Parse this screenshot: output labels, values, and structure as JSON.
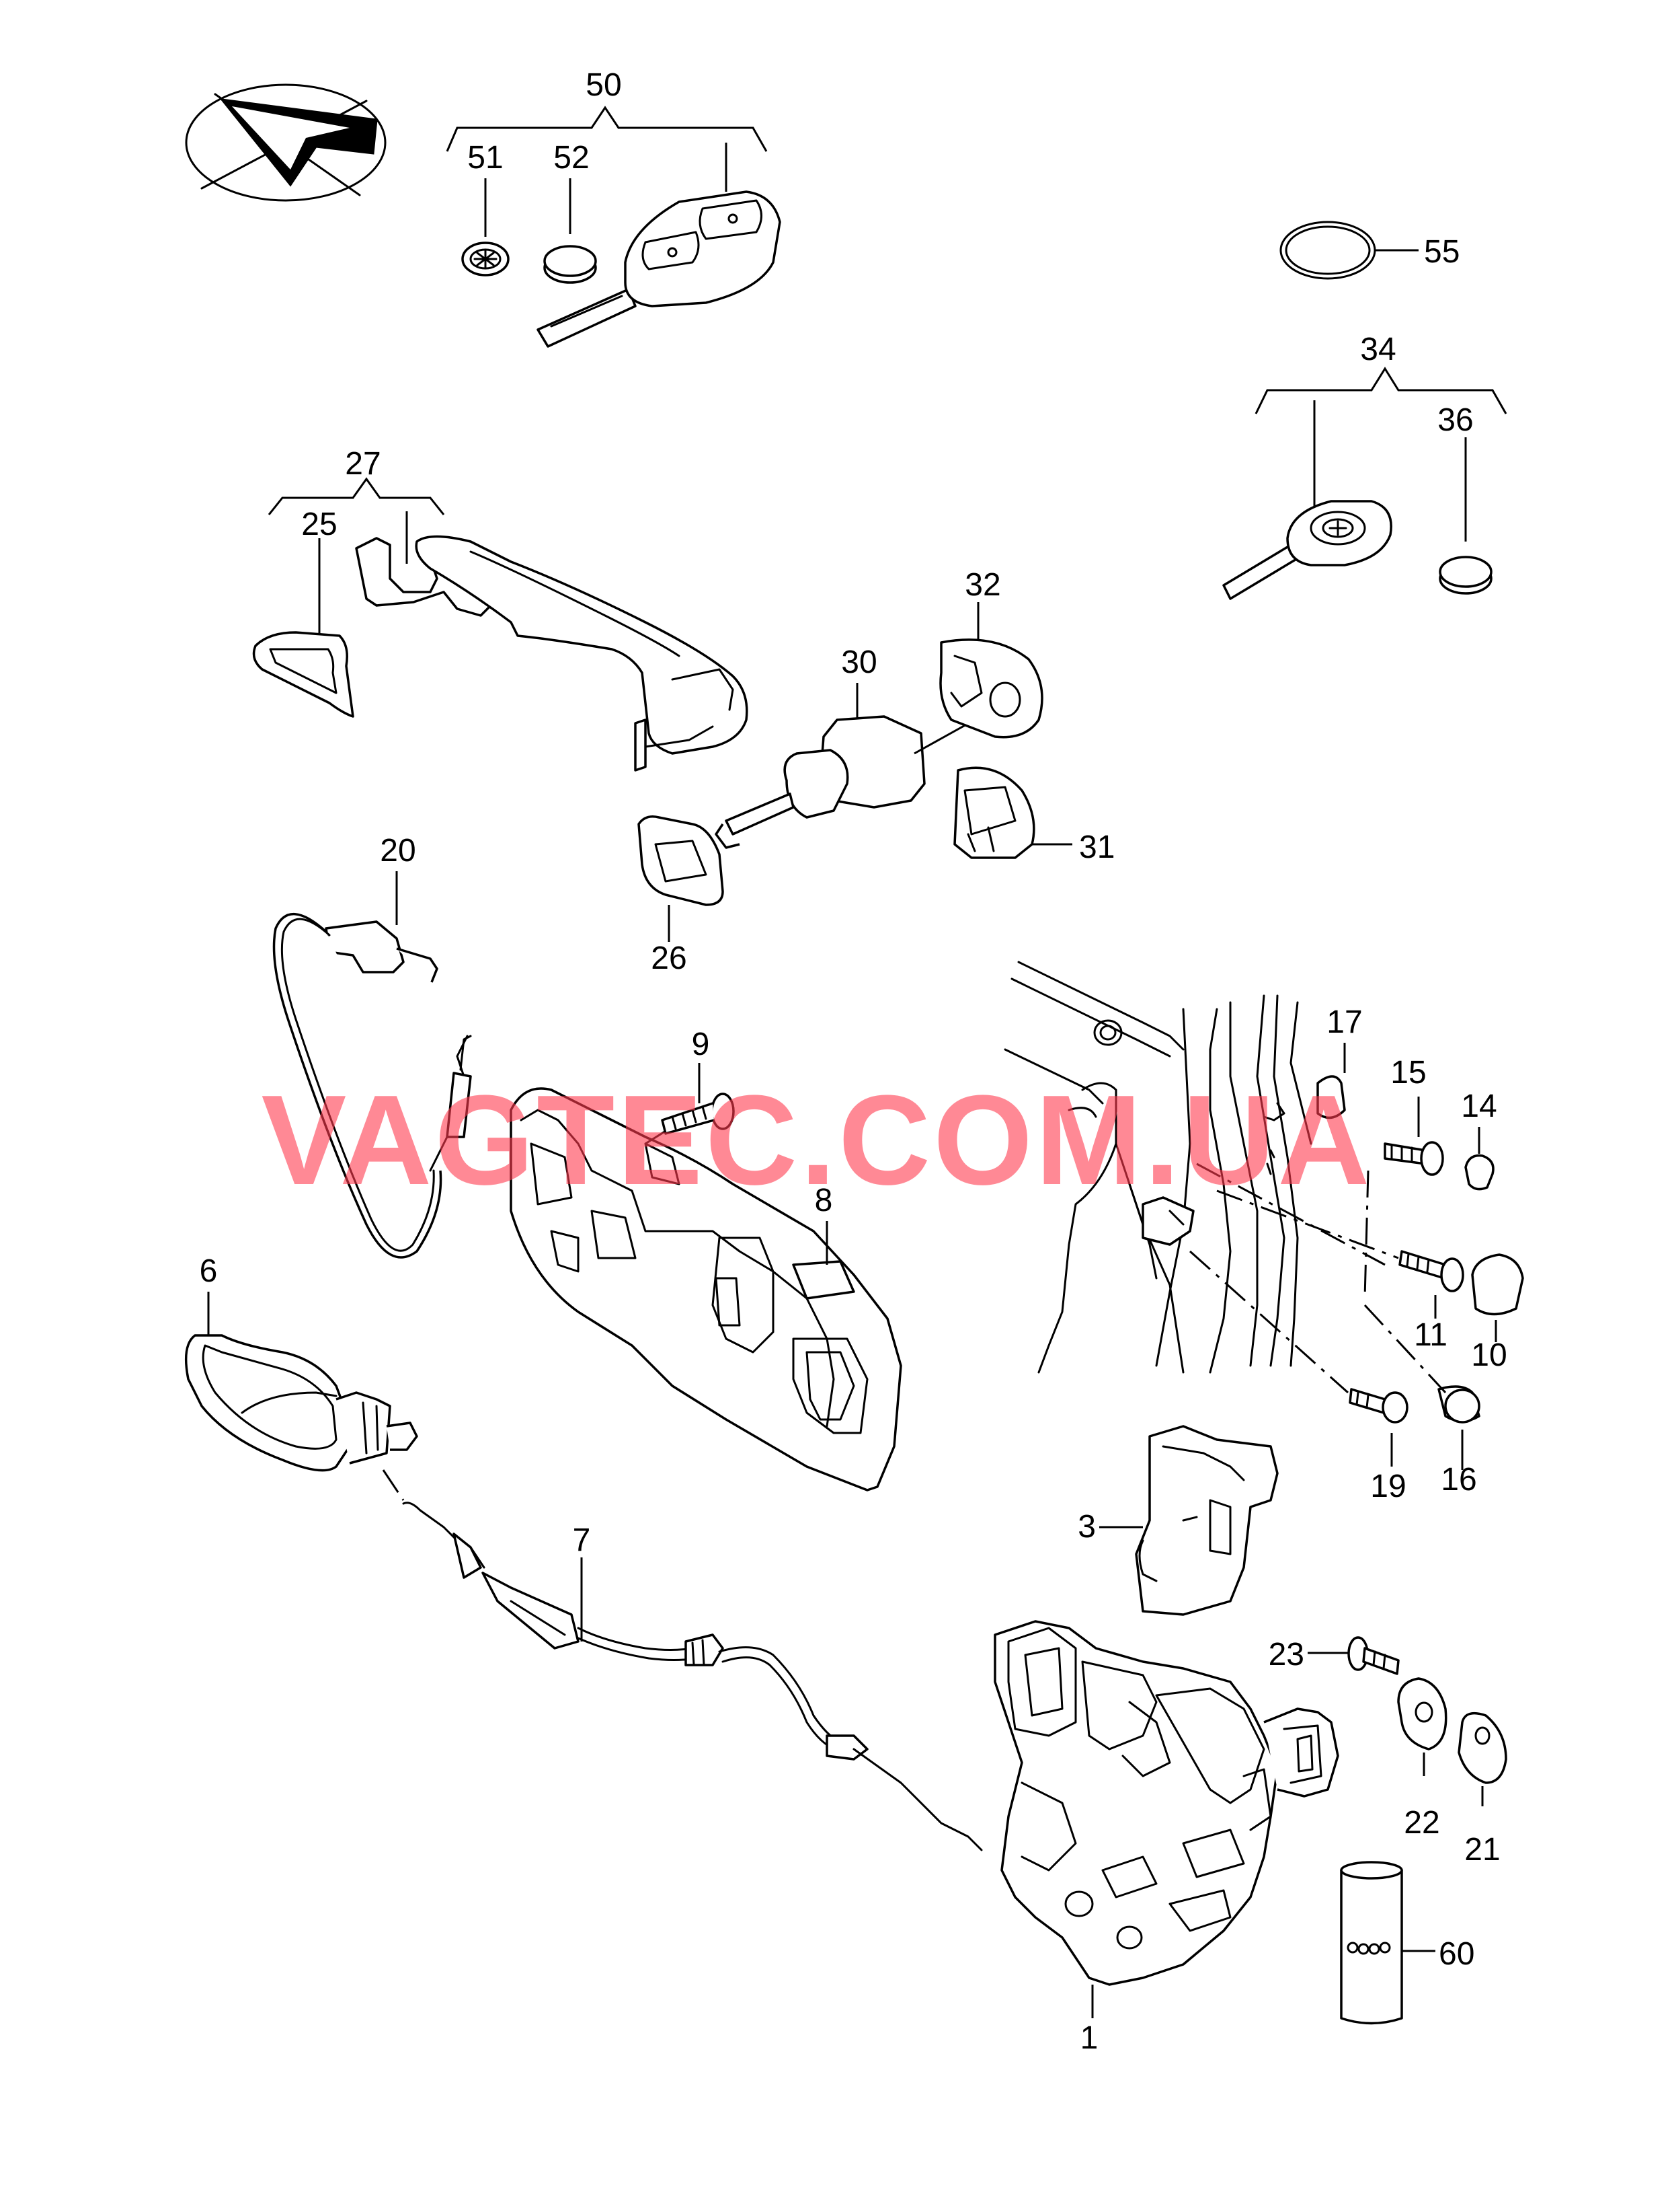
{
  "watermark": "VAGTEC.COM.UA",
  "colors": {
    "watermark": "#ff3b4f",
    "ink": "#000000",
    "paper": "#ffffff"
  },
  "icons": {
    "logo": "orientation-arrow-in-ellipse-icon"
  },
  "labels": {
    "p1": "1",
    "p3": "3",
    "p6": "6",
    "p7": "7",
    "p8": "8",
    "p9": "9",
    "p10": "10",
    "p11": "11",
    "p14": "14",
    "p15": "15",
    "p16": "16",
    "p17": "17",
    "p19": "19",
    "p20": "20",
    "p21": "21",
    "p22": "22",
    "p23": "23",
    "p25": "25",
    "p26": "26",
    "p27": "27",
    "p30": "30",
    "p31": "31",
    "p32": "32",
    "p34": "34",
    "p36": "36",
    "p50": "50",
    "p51": "51",
    "p52": "52",
    "p55": "55",
    "p60": "60"
  }
}
